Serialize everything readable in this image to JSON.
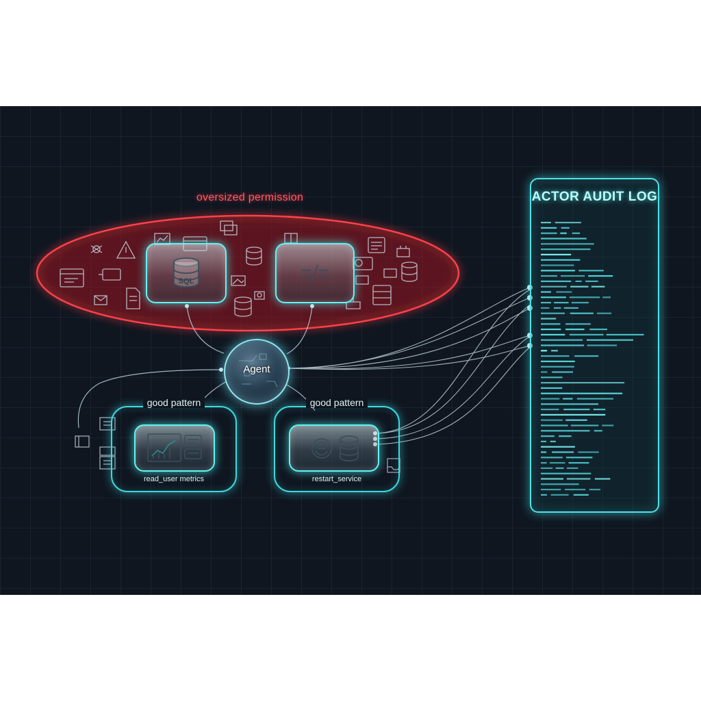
{
  "oval": {
    "label": "oversized permission",
    "color": "#ff4048"
  },
  "nodes": {
    "sql_tool": {
      "label": "SQL"
    },
    "code_tool": {
      "label": "=/="
    },
    "agent": {
      "label": "Agent"
    }
  },
  "groups": [
    {
      "title": "good pattern",
      "caption": "read_user metrics"
    },
    {
      "title": "good pattern",
      "caption": "restart_service"
    }
  ],
  "audit_log": {
    "title": "ACTOR AUDIT LOG"
  },
  "colors": {
    "accent": "#5ff4f4",
    "danger": "#ff4048",
    "background": "#0f1620"
  },
  "icons": [
    "database-icon",
    "code-icon",
    "chart-icon",
    "restart-icon",
    "document-icon",
    "warning-icon",
    "window-icon",
    "inbox-icon",
    "puzzle-icon"
  ]
}
